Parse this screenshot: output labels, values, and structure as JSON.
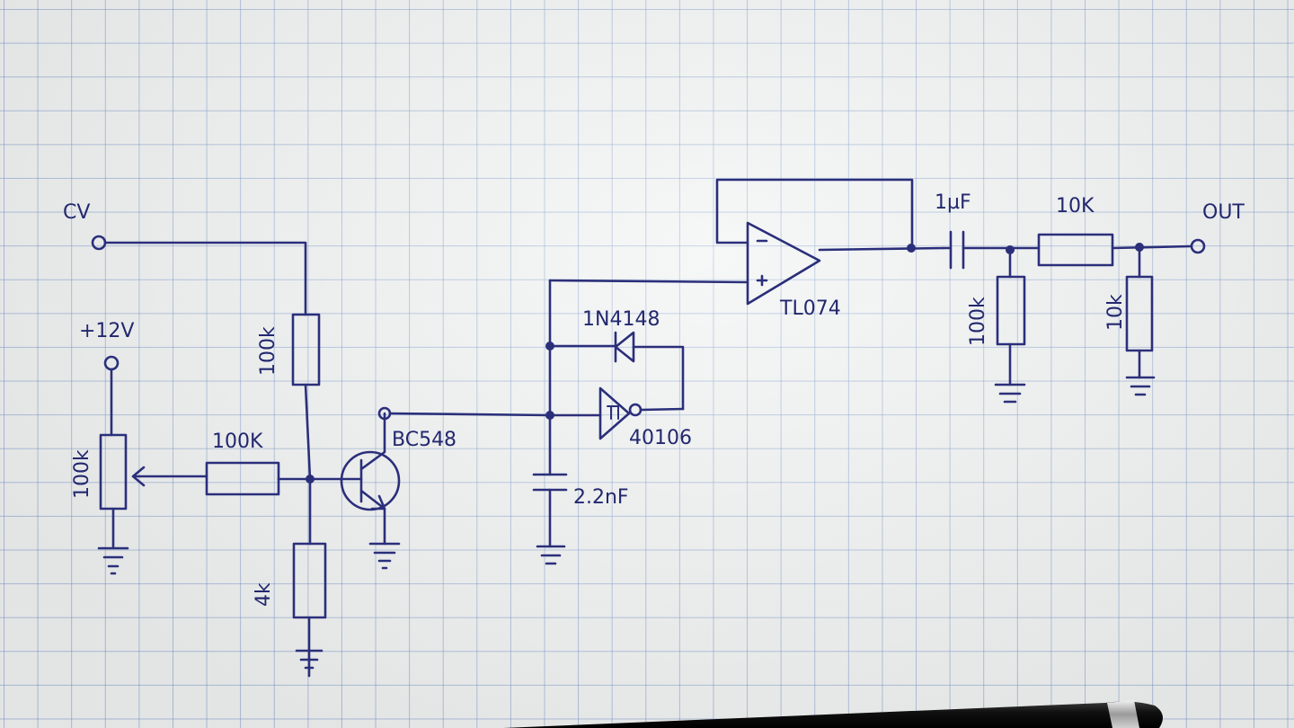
{
  "labels": {
    "cv": "CV",
    "supply": "+12V",
    "pot_value": "100k",
    "base_resistor": "100K",
    "collector_resistor": "100k",
    "emitter_resistor": "4k",
    "transistor": "BC548",
    "diode": "1N4148",
    "inverter": "40106",
    "timing_cap": "2.2nF",
    "opamp": "TL074",
    "coupling_cap": "1µF",
    "bias_resistor": "100k",
    "series_resistor": "10K",
    "output_resistor": "10k",
    "output": "OUT"
  },
  "colors": {
    "ink": "#2b2f7a",
    "grid": "#7f9bc7",
    "paper": "#f1f3f3"
  }
}
